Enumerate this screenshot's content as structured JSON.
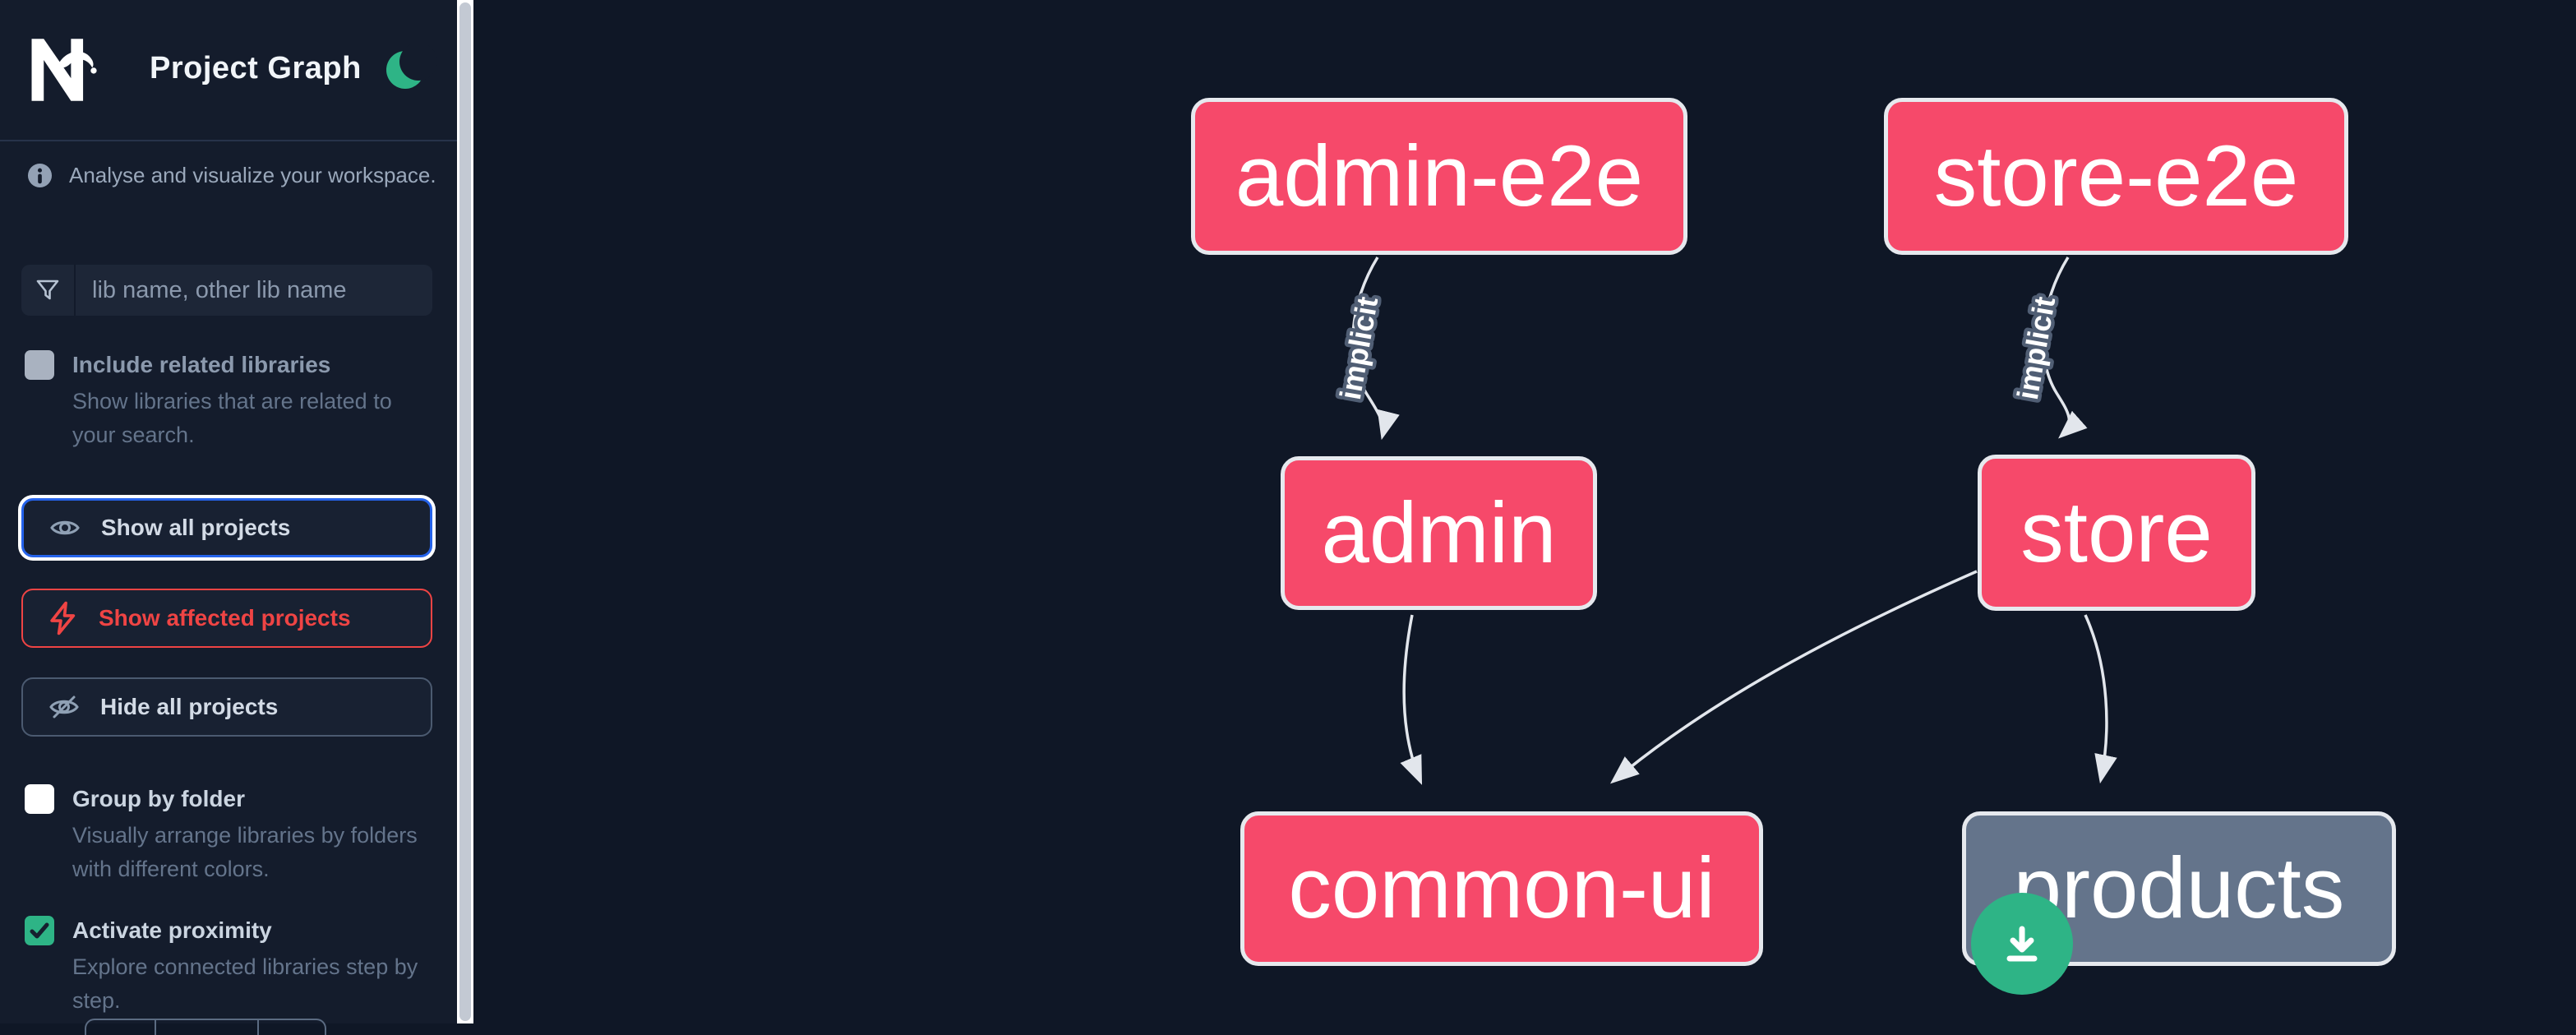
{
  "header": {
    "app_name": "Nx",
    "title": "Project Graph",
    "theme_toggle_icon": "moon-icon"
  },
  "sidebar": {
    "info_text": "Analyse and visualize your workspace.",
    "search_placeholder": "lib name, other lib name",
    "search_value": "",
    "options": [
      {
        "label": "Include related libraries",
        "description": "Show libraries that are related to your search.",
        "checked": false
      },
      {
        "label": "Group by folder",
        "description": "Visually arrange libraries by folders with different colors.",
        "checked": false
      },
      {
        "label": "Activate proximity",
        "description": "Explore connected libraries step by step.",
        "checked": true
      }
    ],
    "buttons": [
      {
        "label": "Show all projects",
        "icon": "eye-icon"
      },
      {
        "label": "Show affected projects",
        "icon": "bolt-icon"
      },
      {
        "label": "Hide all projects",
        "icon": "eye-off-icon"
      }
    ]
  },
  "graph": {
    "nodes": [
      {
        "id": "admin-e2e",
        "label": "admin-e2e",
        "kind": "focused"
      },
      {
        "id": "store-e2e",
        "label": "store-e2e",
        "kind": "focused"
      },
      {
        "id": "admin",
        "label": "admin",
        "kind": "focused"
      },
      {
        "id": "store",
        "label": "store",
        "kind": "focused"
      },
      {
        "id": "common-ui",
        "label": "common-ui",
        "kind": "focused"
      },
      {
        "id": "products",
        "label": "products",
        "kind": "unfocused"
      }
    ],
    "edges": [
      {
        "from": "admin-e2e",
        "to": "admin",
        "label": "implicit"
      },
      {
        "from": "store-e2e",
        "to": "store",
        "label": "implicit"
      },
      {
        "from": "admin",
        "to": "common-ui",
        "label": ""
      },
      {
        "from": "store",
        "to": "common-ui",
        "label": ""
      },
      {
        "from": "store",
        "to": "products",
        "label": ""
      }
    ]
  },
  "fab": {
    "icon": "download-icon"
  },
  "colors": {
    "node_pink": "#f6496a",
    "node_gray": "#64748b",
    "edge_gray": "#e2e6ec",
    "accent_green": "#2eb486",
    "focus_blue": "#2563eb",
    "affected_red": "#ef4444",
    "sidebar_bg": "#141c2c",
    "canvas_bg": "#0f1726"
  }
}
